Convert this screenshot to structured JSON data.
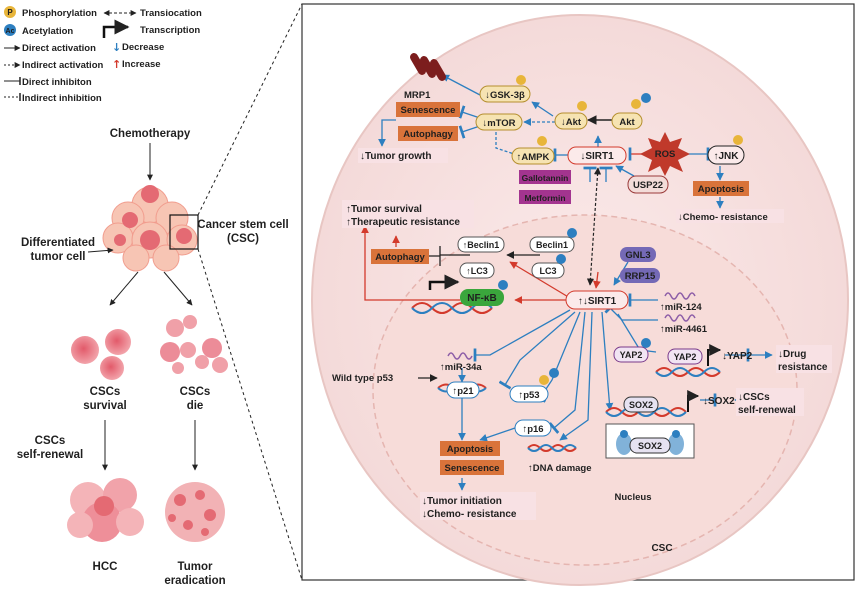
{
  "legend": {
    "phosphorylation": "Phosphorylation",
    "acetylation": "Acetylation",
    "direct_activation": "Direct activation",
    "indirect_activation": "Indirect activation",
    "direct_inhibition": "Direct inhibiton",
    "indirect_inhibition": "Indirect inhibition",
    "translocation": "Transiocation",
    "transcription": "Transcription",
    "decrease": "Decrease",
    "increase": "Increase",
    "p_badge": "P",
    "ac_badge": "Ac"
  },
  "left_panel": {
    "chemotherapy": "Chemotherapy",
    "csc_label_1": "Cancer stem cell",
    "csc_label_2": "(CSC)",
    "differentiated_1": "Differentiated",
    "differentiated_2": "tumor cell",
    "cscs_survival_1": "CSCs",
    "cscs_survival_2": "survival",
    "cscs_die_1": "CSCs",
    "cscs_die_2": "die",
    "self_renewal_1": "CSCs",
    "self_renewal_2": "self-renewal",
    "hcc": "HCC",
    "eradication_1": "Tumor",
    "eradication_2": "eradication"
  },
  "cell": {
    "csc_label": "CSC",
    "nucleus_label": "Nucleus",
    "mrp1": "MRP1",
    "gsk3b": "↓GSK-3β",
    "akt_left": "↓Akt",
    "akt_right": "Akt",
    "senescence_top": "Senescence",
    "autophagy_top": "Autophagy",
    "mtor": "↓mTOR",
    "tumor_growth": "↓Tumor growth",
    "ampk": "↑AMPK",
    "sirt1_top": "↓SIRT1",
    "ros": "ROS",
    "jnk": "↑JNK",
    "apoptosis_top": "Apoptosis",
    "chemo_resistance_top": "↓Chemo- resistance",
    "gallotannin": "Gallotannin",
    "metformin": "Metformin",
    "usp22": "USP22",
    "tumor_survival": "↑Tumor survival",
    "therapeutic_resistance": "↑Therapeutic resistance",
    "beclin1_up": "↑Beclin1",
    "beclin1": "Beclin1",
    "lc3_up": "↑LC3",
    "lc3": "LC3",
    "autophagy_mid": "Autophagy",
    "gnl3": "GNL3",
    "rrp15": "RRP15",
    "nfkb": "NF-κB",
    "sirt1_nuc": "↑↓SIRT1",
    "mir124": "↑miR-124",
    "mir4461": "↑miR-4461",
    "yap2_a": "YAP2",
    "yap2_b": "YAP2",
    "yap2_down": "↓YAP2",
    "drug_resistance_1": "↓Drug",
    "drug_resistance_2": "resistance",
    "wild_type_p53": "Wild type p53",
    "mir34a": "↑miR-34a",
    "p21": "↑p21",
    "p53": "↑p53",
    "p16": "↑p16",
    "sox2_a": "SOX2",
    "sox2_b": "SOX2",
    "sox2_down": "↓SOX2",
    "cscs_self_1": "↓CSCs",
    "cscs_self_2": "self-renewal",
    "apoptosis_low": "Apoptosis",
    "senescence_low": "Senescence",
    "dna_damage": "↑DNA damage",
    "tumor_initiation": "↓Tumor initiation",
    "chemo_resistance_low": "↓Chemo- resistance"
  },
  "colors": {
    "orange_box": "#d9733a",
    "purple_drug": "#a3348f",
    "cream_node": "#f6e3b2",
    "green_nfkb": "#3aa63c",
    "blue_arrow": "#2d7fc0",
    "red_arrow": "#d33a2c"
  }
}
